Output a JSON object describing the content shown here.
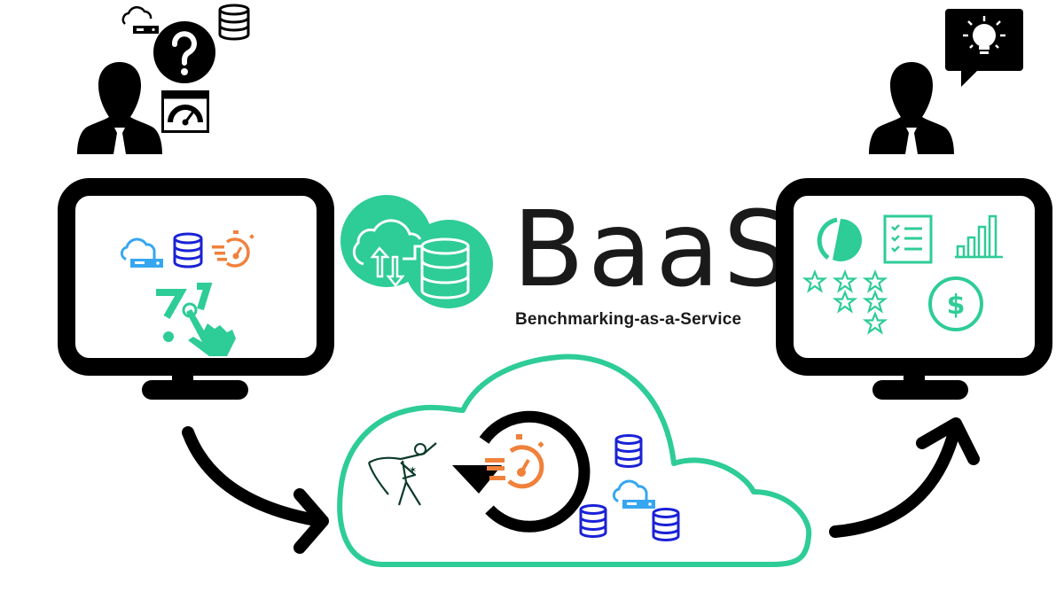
{
  "brand": {
    "title": "BaaS",
    "subtitle": "Benchmarking-as-a-Service"
  },
  "colors": {
    "green": "#2ECC96",
    "orange": "#F0813B",
    "dark_blue": "#1A22D6",
    "light_blue": "#36A6F0",
    "black": "#000000"
  },
  "left_user": {
    "label": "user-with-question",
    "thought_icons": [
      "cloud-server-icon",
      "database-icon",
      "question-icon",
      "speed-gauge-icon"
    ]
  },
  "left_monitor": {
    "icons": [
      "cloud-server-icon",
      "database-icon",
      "stopwatch-icon",
      "cart-click-icon"
    ]
  },
  "cloud": {
    "icons": [
      "superhero-icon",
      "refresh-arrow-icon",
      "stopwatch-icon",
      "database-icon",
      "cloud-server-icon",
      "database-icon",
      "database-icon"
    ]
  },
  "right_monitor": {
    "icons": [
      "pie-chart-icon",
      "checklist-icon",
      "bar-chart-icon",
      "star-rating-icon",
      "dollar-icon"
    ],
    "stars_count": 6
  },
  "right_user": {
    "label": "user-with-idea",
    "speech_icon": "lightbulb-icon"
  }
}
